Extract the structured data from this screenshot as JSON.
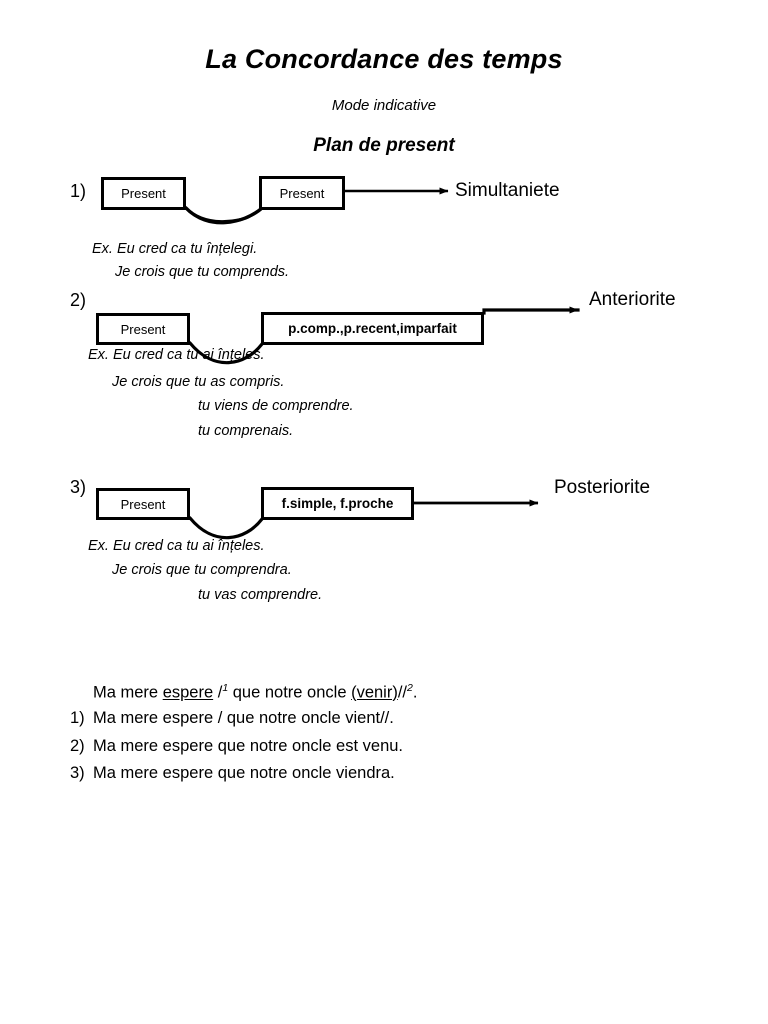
{
  "document": {
    "title": "La Concordance des temps",
    "subtitle": "Mode indicative",
    "section_title": "Plan de present"
  },
  "rows": [
    {
      "number": "1)",
      "left_box": "Present",
      "right_box": "Present",
      "result": "Simultaniete",
      "examples": [
        "Ex. Eu cred ca tu înțelegi.",
        "Je crois que tu comprends."
      ]
    },
    {
      "number": "2)",
      "left_box": "Present",
      "right_box": "p.comp.,p.recent,imparfait",
      "result": "Anteriorite",
      "examples": [
        "Ex. Eu cred ca tu ai înțeles.",
        "Je crois que tu as compris.",
        "tu viens de comprendre.",
        "tu comprenais."
      ]
    },
    {
      "number": "3)",
      "left_box": "Present",
      "right_box": "f.simple, f.proche",
      "result": "Posteriorite",
      "examples": [
        "Ex. Eu cred ca tu ai înțeles.",
        "Je crois que tu comprendra.",
        "tu vas comprendre."
      ]
    }
  ],
  "exercise": {
    "prompt": {
      "part1": "Ma mere ",
      "verb1": "espere",
      "part2": " /",
      "sup1": "1",
      "part3": " que notre oncle ",
      "verb2": "(venir)",
      "part4": "//",
      "sup2": "2",
      "part5": "."
    },
    "answers": [
      {
        "marker": "1)",
        "text": "Ma mere espere / que notre oncle vient//."
      },
      {
        "marker": "2)",
        "text": "Ma mere espere que notre oncle est venu."
      },
      {
        "marker": "3)",
        "text": "Ma mere espere que notre oncle viendra."
      }
    ]
  },
  "colors": {
    "ink": "#000000",
    "paper": "#ffffff"
  }
}
